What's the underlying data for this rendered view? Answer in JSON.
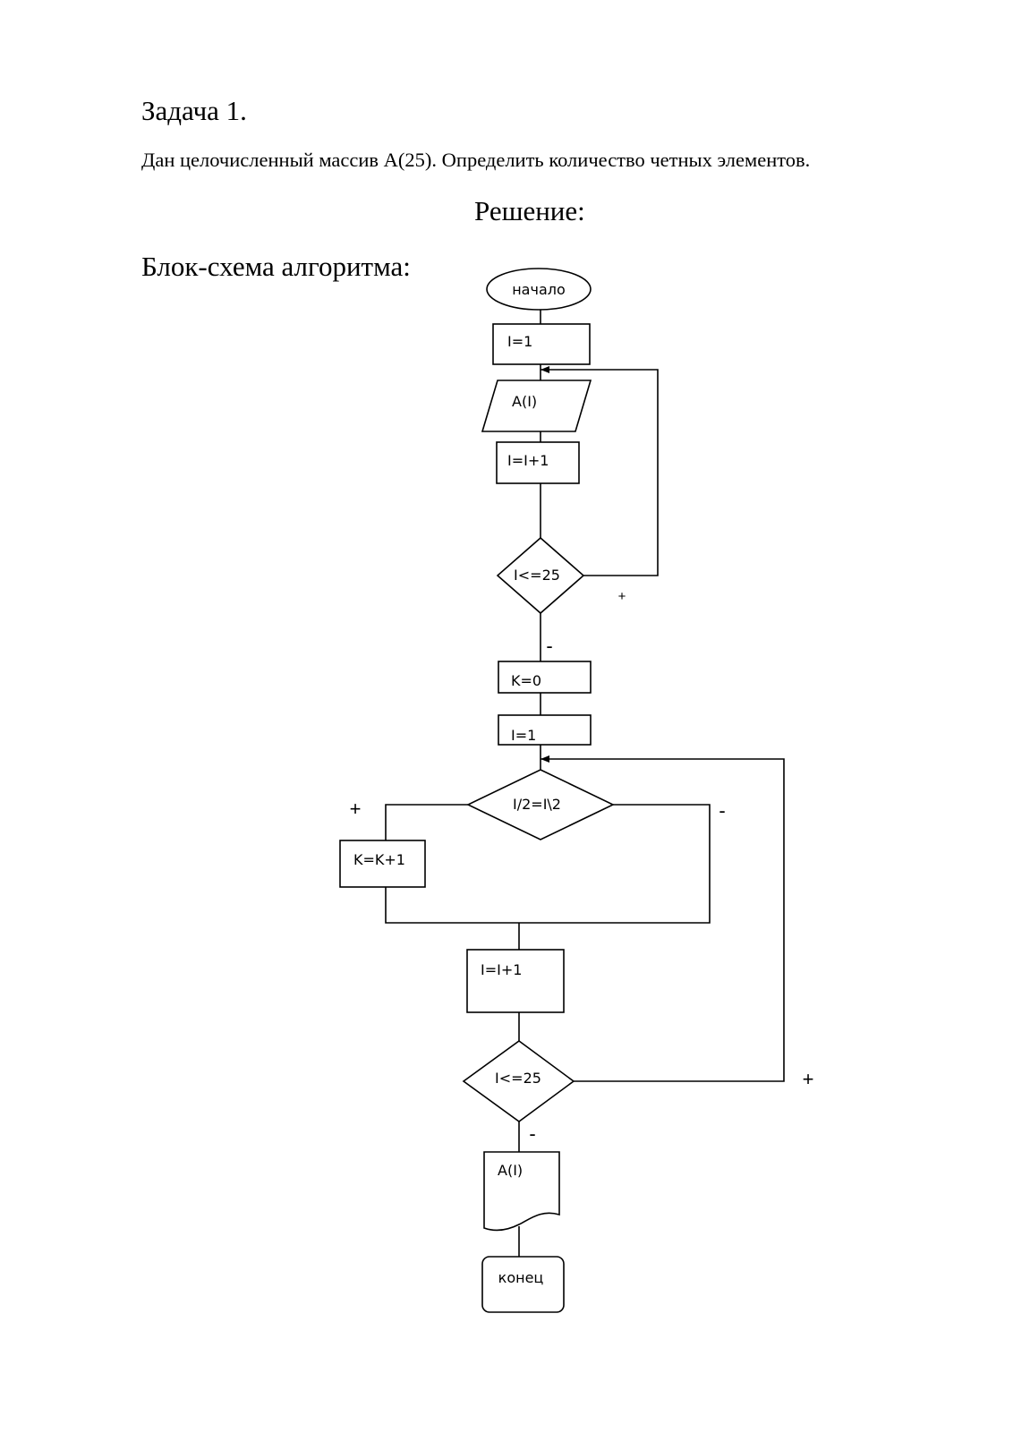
{
  "document": {
    "title": "Задача 1.",
    "problem": "Дан целочисленный массив А(25). Определить количество четных элементов.",
    "solution_heading": "Решение:",
    "flowchart_label": "Блок-схема алгоритма:"
  },
  "flowchart": {
    "start": "начало",
    "init_i_1": "I=1",
    "input_a": "A(I)",
    "inc_i_1": "I=I+1",
    "cond_loop_1": "I<=25",
    "cond_loop_1_yes": "+",
    "cond_loop_1_no": "-",
    "init_k": "K=0",
    "init_i_2": "I=1",
    "cond_even": "I/2=I\\2",
    "cond_even_yes": "+",
    "cond_even_no": "-",
    "inc_k": "K=K+1",
    "inc_i_2": "I=I+1",
    "cond_loop_2": "I<=25",
    "cond_loop_2_yes": "+",
    "cond_loop_2_no": "-",
    "output_a": "A(I)",
    "end": "конец"
  }
}
